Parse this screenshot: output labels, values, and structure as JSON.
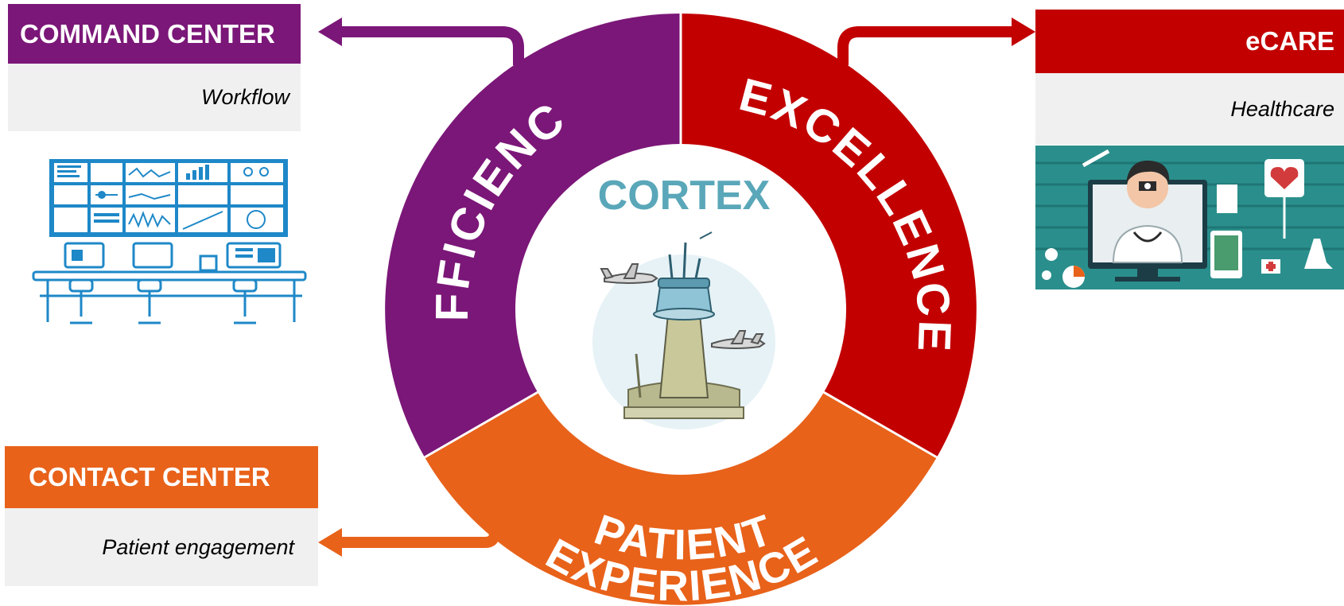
{
  "colors": {
    "purple": "#7b1778",
    "red": "#c20000",
    "orange": "#e8621a",
    "center_text": "#5aa7b9",
    "box_body_bg": "#f0f0f0"
  },
  "center": {
    "title": "CORTEX",
    "illustration": "control-tower-illustration"
  },
  "segments": {
    "efficiency": {
      "label": "EFFICIENCY"
    },
    "excellence": {
      "label": "EXCELLENCE"
    },
    "patient_experience": {
      "line1": "PATIENT",
      "line2": "EXPERIENCE"
    }
  },
  "boxes": {
    "command_center": {
      "title": "COMMAND CENTER",
      "subtitle": "Workflow",
      "illustration": "command-center-illustration"
    },
    "ecare": {
      "title": "eCARE",
      "subtitle": "Healthcare",
      "illustration": "telehealth-illustration"
    },
    "contact_center": {
      "title": "CONTACT CENTER",
      "subtitle": "Patient engagement"
    }
  }
}
